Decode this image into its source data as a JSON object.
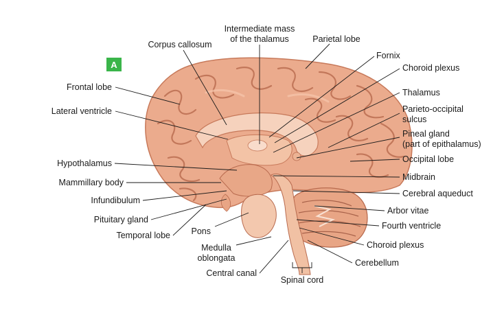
{
  "panel_badge": "A",
  "colors": {
    "brain_fill": "#ebab8d",
    "brain_shade": "#d98e6d",
    "deep_structures": "#f6d2bd",
    "cerebellum": "#e8a585",
    "badge": "#3ab54a"
  },
  "labels": {
    "frontal_lobe": "Frontal lobe",
    "lateral_ventricle": "Lateral ventricle",
    "hypothalamus": "Hypothalamus",
    "mammillary_body": "Mammillary body",
    "infundibulum": "Infundibulum",
    "pituitary_gland": "Pituitary gland",
    "temporal_lobe": "Temporal lobe",
    "corpus_callosum": "Corpus callosum",
    "intermediate_mass_line1": "Intermediate mass",
    "intermediate_mass_line2": "of the thalamus",
    "parietal_lobe": "Parietal lobe",
    "fornix": "Fornix",
    "choroid_plexus_top": "Choroid plexus",
    "thalamus": "Thalamus",
    "parieto_occipital_line1": "Parieto-occipital",
    "parieto_occipital_line2": "sulcus",
    "pineal_line1": "Pineal gland",
    "pineal_line2": "(part of epithalamus)",
    "occipital_lobe": "Occipital lobe",
    "midbrain": "Midbrain",
    "cerebral_aqueduct": "Cerebral aqueduct",
    "arbor_vitae": "Arbor vitae",
    "fourth_ventricle": "Fourth ventricle",
    "choroid_plexus_bottom": "Choroid plexus",
    "cerebellum": "Cerebellum",
    "pons": "Pons",
    "medulla_line1": "Medulla",
    "medulla_line2": "oblongata",
    "central_canal": "Central canal",
    "spinal_cord": "Spinal cord"
  }
}
